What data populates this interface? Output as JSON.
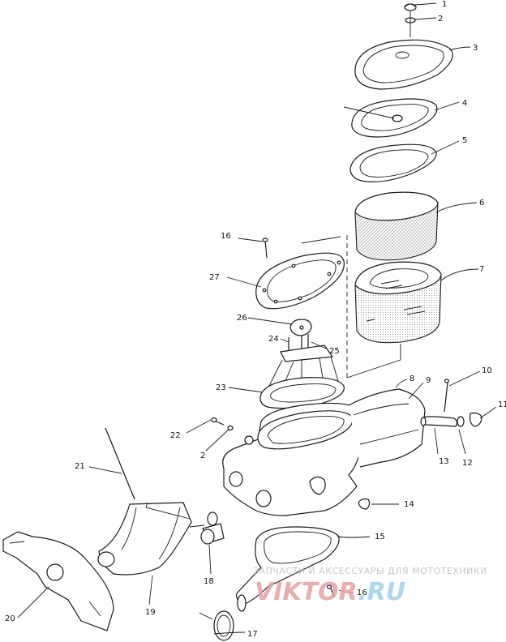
{
  "callouts": [
    {
      "id": "c1",
      "text": "1"
    },
    {
      "id": "c2a",
      "text": "2"
    },
    {
      "id": "c3",
      "text": "3"
    },
    {
      "id": "c4",
      "text": "4"
    },
    {
      "id": "c5",
      "text": "5"
    },
    {
      "id": "c6",
      "text": "6"
    },
    {
      "id": "c7",
      "text": "7"
    },
    {
      "id": "c8",
      "text": "8"
    },
    {
      "id": "c9",
      "text": "9"
    },
    {
      "id": "c10",
      "text": "10"
    },
    {
      "id": "c11",
      "text": "11"
    },
    {
      "id": "c12",
      "text": "12"
    },
    {
      "id": "c13",
      "text": "13"
    },
    {
      "id": "c14",
      "text": "14"
    },
    {
      "id": "c15",
      "text": "15"
    },
    {
      "id": "c16a",
      "text": "16"
    },
    {
      "id": "c16b",
      "text": "16"
    },
    {
      "id": "c17",
      "text": "17"
    },
    {
      "id": "c18",
      "text": "18"
    },
    {
      "id": "c19",
      "text": "19"
    },
    {
      "id": "c20",
      "text": "20"
    },
    {
      "id": "c21",
      "text": "21"
    },
    {
      "id": "c22",
      "text": "22"
    },
    {
      "id": "c2b",
      "text": "2"
    },
    {
      "id": "c23",
      "text": "23"
    },
    {
      "id": "c24",
      "text": "24"
    },
    {
      "id": "c25",
      "text": "25"
    },
    {
      "id": "c26",
      "text": "26"
    },
    {
      "id": "c27",
      "text": "27"
    }
  ],
  "watermark": {
    "tagline": "ЗАПЧАСТИ И АКСЕССУАРЫ ДЛЯ МОТОТЕХНИКИ",
    "logo_main": "VIKTOR",
    "logo_tail": ".RU",
    "main_color": "#e8a0a0",
    "tail_color": "#9fd0ee"
  }
}
